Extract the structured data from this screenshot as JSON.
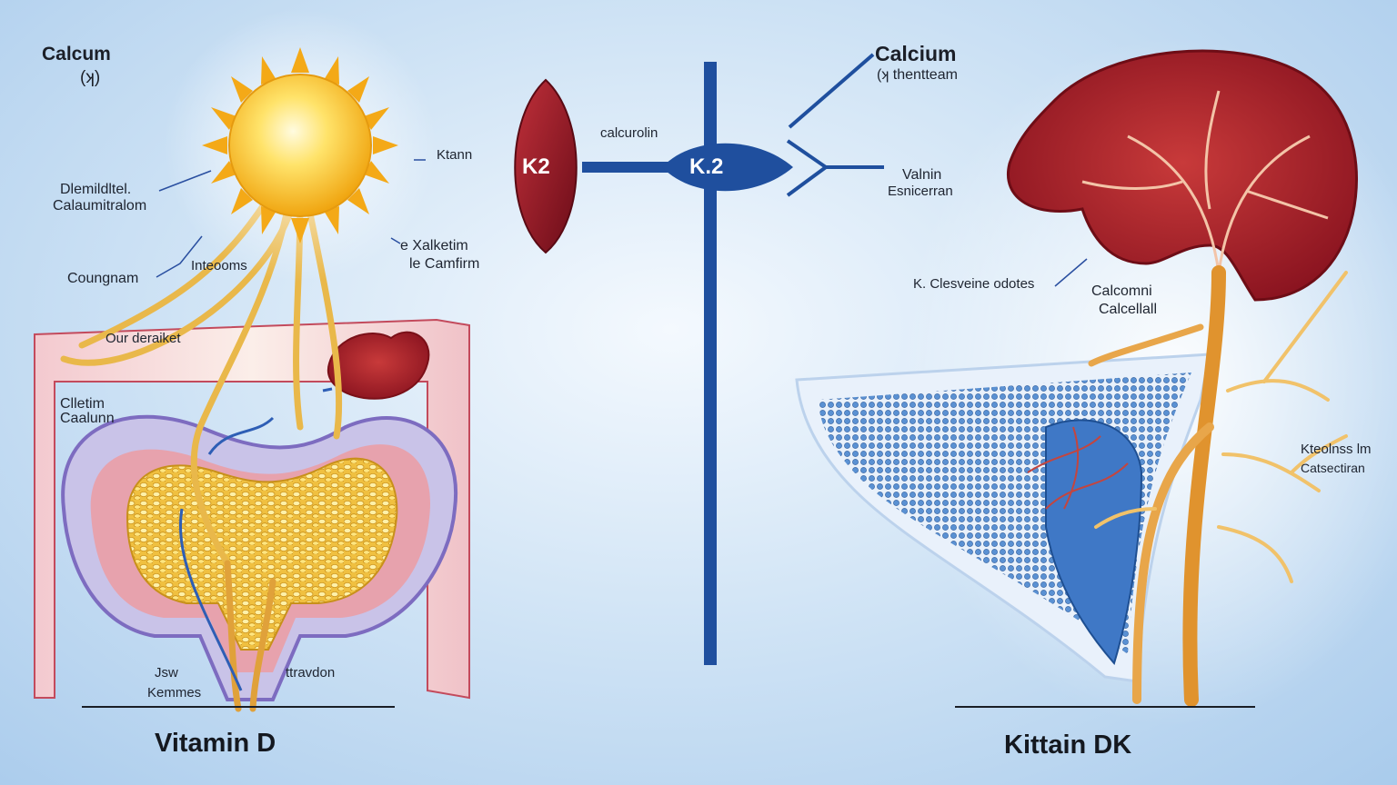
{
  "left": {
    "calcium_title": "Calcum",
    "calcium_symbol": "(ʞ)",
    "label_dhemical": "Dlemildltel.",
    "label_calcum_itralom": "Calaumitralom",
    "label_coungnam": "Coungnam",
    "label_intecoms": "Inteooms",
    "label_kitann": "Ktann",
    "label_kalketim": "e Xalketim",
    "label_camfirm": "le Camfirm",
    "label_our_deralnket": "Our deraiket",
    "label_cllertim": "Clletim",
    "label_caalunn": "Caalunn",
    "label_jsw": "Jsw",
    "label_kemmes": "Kemmes",
    "label_ttravdon": "ttravdon",
    "caption": "Vitamin D"
  },
  "center": {
    "badge_left": "K2",
    "badge_right": "K.2",
    "label_calcurolin": "calcurolin"
  },
  "right": {
    "calcium_title": "Calcium",
    "calcium_sub": "(ʞ thentteam",
    "label_valnin": "Valnin",
    "label_esnicerran": "Esnicerran",
    "label_kclesveine": "K. Clesveine odotes",
    "label_calcomni": "Calcomni",
    "label_calceliall": "Calcellall",
    "label_kteolnss": "Kteolnss lm",
    "label_catsectiran": "Catsectiran",
    "caption": "Kittain DK"
  },
  "colors": {
    "k2_red": "#8e1422",
    "k2_blue": "#1f4f9e",
    "sun": "#f7c21c",
    "kidney_red": "#a41e27",
    "nerve_orange": "#e0932e"
  }
}
